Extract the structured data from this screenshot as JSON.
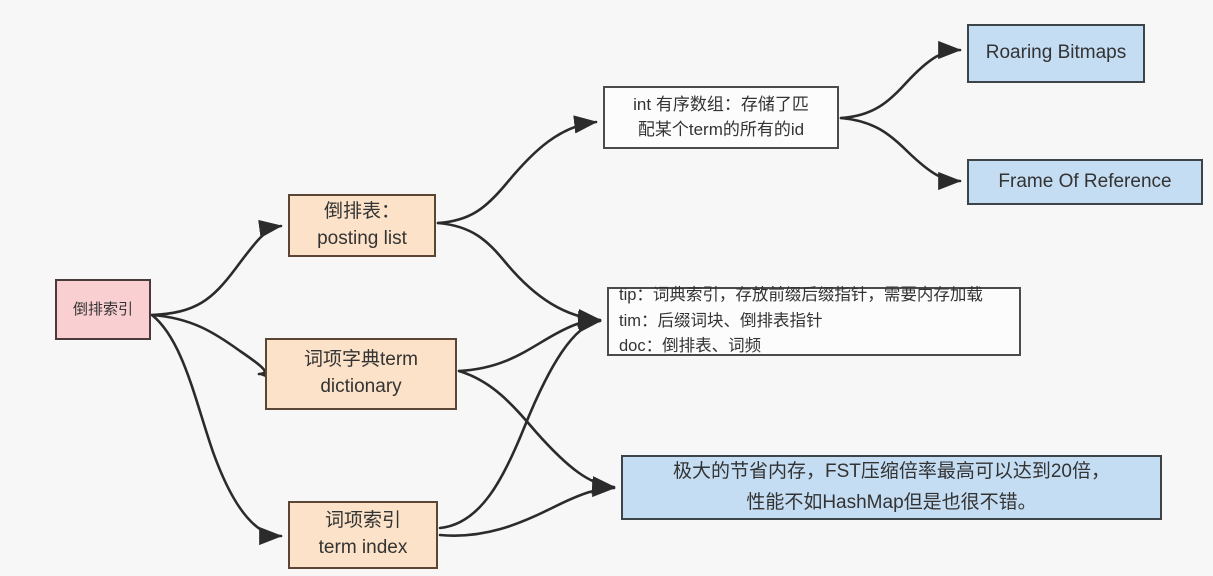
{
  "diagram": {
    "title": "倒排索引结构图",
    "background_color": "#f7f7f7",
    "edge_color": "#2b2b2b",
    "colors": {
      "pink_fill": "#f9cfd2",
      "orange_fill": "#fbe2c8",
      "blue_fill": "#c5ddf3",
      "plain_fill": "#fcfcfc",
      "text": "#333333"
    },
    "nodes": {
      "root": {
        "label": "倒排索引"
      },
      "posting_list": {
        "label": "倒排表：\nposting list"
      },
      "term_dictionary": {
        "label": "词项字典term\ndictionary"
      },
      "term_index": {
        "label": "词项索引\nterm index"
      },
      "int_array": {
        "label": "int 有序数组：存储了匹\n配某个term的所有的id"
      },
      "roaring_bitmaps": {
        "label": "Roaring Bitmaps"
      },
      "frame_of_reference": {
        "label": "Frame Of Reference"
      },
      "tip_tim_doc": {
        "label": "tip：词典索引，存放前缀后缀指针，需要内存加载\ntim：后缀词块、倒排表指针\ndoc：倒排表、词频"
      },
      "fst_note": {
        "label": "极大的节省内存，FST压缩倍率最高可以达到20倍，\n性能不如HashMap但是也很不错。"
      }
    },
    "edges": [
      {
        "from": "root",
        "to": "posting_list"
      },
      {
        "from": "root",
        "to": "term_dictionary"
      },
      {
        "from": "root",
        "to": "term_index"
      },
      {
        "from": "posting_list",
        "to": "int_array"
      },
      {
        "from": "posting_list",
        "to": "tip_tim_doc"
      },
      {
        "from": "int_array",
        "to": "roaring_bitmaps"
      },
      {
        "from": "int_array",
        "to": "frame_of_reference"
      },
      {
        "from": "term_dictionary",
        "to": "tip_tim_doc"
      },
      {
        "from": "term_dictionary",
        "to": "fst_note"
      },
      {
        "from": "term_index",
        "to": "tip_tim_doc"
      },
      {
        "from": "term_index",
        "to": "fst_note"
      }
    ]
  }
}
